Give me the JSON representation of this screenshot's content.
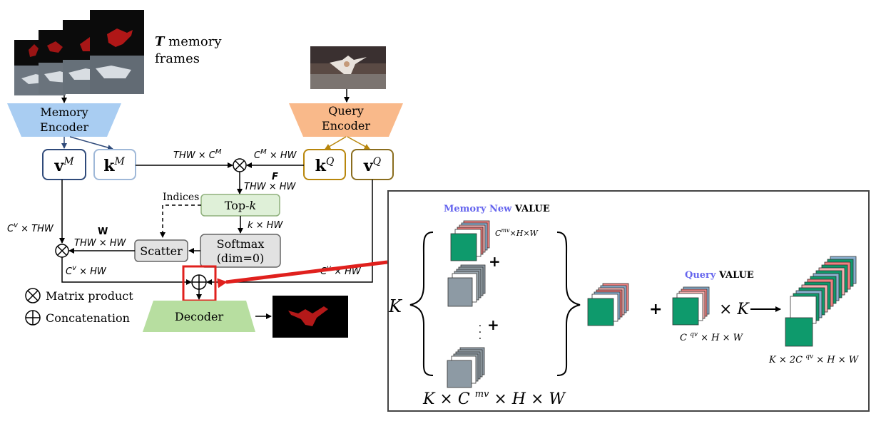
{
  "left": {
    "memory_frames": {
      "label_var": "T",
      "label_rest": " memory",
      "label_line2": "frames"
    },
    "memory_encoder": {
      "line1": "Memory",
      "line2": "Encoder"
    },
    "query_encoder": {
      "line1": "Query",
      "line2": "Encoder"
    },
    "vM": {
      "base": "v",
      "sup": "M"
    },
    "kM": {
      "base": "k",
      "sup": "M"
    },
    "kQ": {
      "base": "k",
      "sup": "Q"
    },
    "vQ": {
      "base": "v",
      "sup": "Q"
    },
    "dim_thw_cm": {
      "a": "THW",
      "b": " × C",
      "sup": "M"
    },
    "dim_cm_hw": {
      "a": "C",
      "sup": "M",
      "b": " × HW"
    },
    "label_F": "F",
    "dim_thw_hw_1": "THW × HW",
    "indices": "Indices",
    "topk": {
      "text": "Top-",
      "var": "k"
    },
    "dim_k_hw": "k × HW",
    "label_W": "W",
    "dim_cv_thw": {
      "a": "C",
      "sup": "v",
      "b": " × THW"
    },
    "dim_thw_hw_2": "THW × HW",
    "scatter": "Scatter",
    "softmax": {
      "line1": "Softmax",
      "line2": "(dim=0)"
    },
    "dim_cv_hw_left": {
      "a": "C",
      "sup": "v",
      "b": " × HW"
    },
    "dim_cv_hw_right": {
      "a": "C",
      "sup": "v",
      "b": " × HW"
    },
    "legend": {
      "matrix_product": "Matrix product",
      "concatenation": "Concatenation"
    },
    "decoder": "Decoder"
  },
  "inset": {
    "title_memory": {
      "colored": "Memory New",
      "plain": " VALUE"
    },
    "title_query": {
      "colored": "Query",
      "plain": " VALUE"
    },
    "label_K": "K",
    "dim_top": {
      "a": "C",
      "sup": "mv",
      "b": "×H×W"
    },
    "plus1": "+",
    "plus2": "+",
    "dots": "· · ·",
    "dim_bottom": {
      "a": "K × C ",
      "sup": "mv",
      "b": " × H × W"
    },
    "plus_big": "+",
    "dim_query": {
      "a": "C ",
      "sup": "qv",
      "b": " × H × W"
    },
    "times_K": "× K",
    "dim_result": {
      "a": "K × 2C ",
      "sup": "qv",
      "b": " × H × W"
    }
  },
  "colors": {
    "memory_encoder": "#a9cdf2",
    "query_encoder": "#f9b98a",
    "decoder": "#b7dea0",
    "topk_fill": "#dff0d8",
    "gray_box": "#e2e2e2",
    "navy": "#2f4a7a",
    "gold": "#b8860b",
    "red": "#e0201d",
    "green_block": "#0e9a6c",
    "gray_block": "#8d9aa4",
    "inset_blue": "#6666ee"
  }
}
